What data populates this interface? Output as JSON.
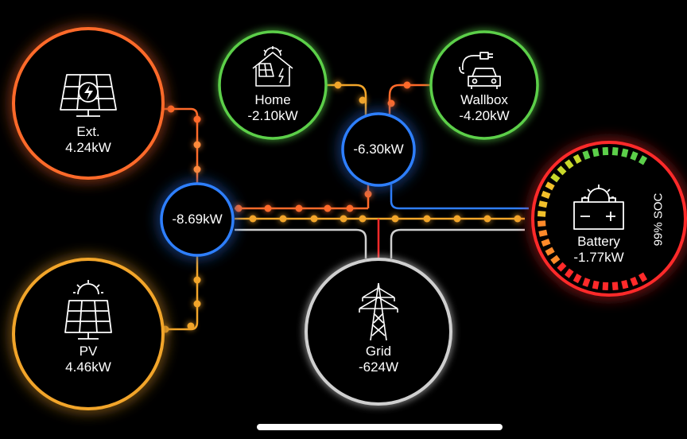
{
  "nodes": {
    "ext": {
      "name": "Ext.",
      "value": "4.24kW",
      "color": "#ff6a2a"
    },
    "pv": {
      "name": "PV",
      "value": "4.46kW",
      "color": "#f2a52a"
    },
    "home": {
      "name": "Home",
      "value": "-2.10kW",
      "color": "#5ccf4a"
    },
    "wallbox": {
      "name": "Wallbox",
      "value": "-4.20kW",
      "color": "#5ccf4a"
    },
    "grid": {
      "name": "Grid",
      "value": "-624W",
      "color": "#cfcfcf"
    },
    "battery": {
      "name": "Battery",
      "value": "-1.77kW",
      "color": "#ff2a2a",
      "soc": "99% SOC",
      "soc_fraction": 0.99
    }
  },
  "hubs": {
    "left": {
      "value": "-8.69kW",
      "color": "#2f7fff"
    },
    "right": {
      "value": "-6.30kW",
      "color": "#2f7fff"
    }
  },
  "icons": {
    "ext": "solar-panel-bolt-icon",
    "pv": "solar-panel-sun-icon",
    "home": "house-solar-icon",
    "wallbox": "car-charger-icon",
    "grid": "power-pylon-icon",
    "battery": "battery-sun-icon"
  }
}
